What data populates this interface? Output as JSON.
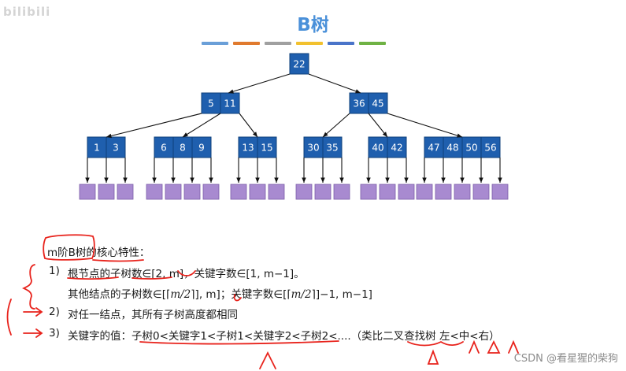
{
  "watermark_logo": "bilibili",
  "title": "B树",
  "color_bar": [
    "#6a9fd8",
    "#e07a2e",
    "#a0a0a0",
    "#f2c12e",
    "#4a74c9",
    "#6fb244"
  ],
  "colors": {
    "node_fill": "#1f5fae",
    "leaf_fill": "#a88ad0",
    "title": "#4a90d9",
    "ink": "#e8231c"
  },
  "tree": {
    "root": [
      "22"
    ],
    "level2": [
      [
        "5",
        "11"
      ],
      [
        "36",
        "45"
      ]
    ],
    "level3": [
      [
        "1",
        "3"
      ],
      [
        "6",
        "8",
        "9"
      ],
      [
        "13",
        "15"
      ],
      [
        "30",
        "35"
      ],
      [
        "40",
        "42"
      ],
      [
        "47",
        "48",
        "50",
        "56"
      ]
    ]
  },
  "notes": {
    "heading_part1": "m阶B树",
    "heading_part2": "的核心特性：",
    "item1_num": "1)",
    "item1_line1": "根节点的子树数∈[2, m]，关键字数∈[1, m−1]。",
    "item1_line2_a": "其他结点的子树数∈[",
    "item1_line2_m": "m/2",
    "item1_line2_b": "], m]；关键字数∈[",
    "item1_line2_m2": "m/2",
    "item1_line2_c": "]−1, m−1]",
    "item2_num": "2)",
    "item2": "对任一结点，其所有子树高度都相同",
    "item3_num": "3)",
    "item3": "关键字的值：子树0<关键字1<子树1<关键字2<子树2<....（类比二叉查找树 左<中<右）"
  },
  "footer_watermark": "CSDN @看星猩的柴狗"
}
